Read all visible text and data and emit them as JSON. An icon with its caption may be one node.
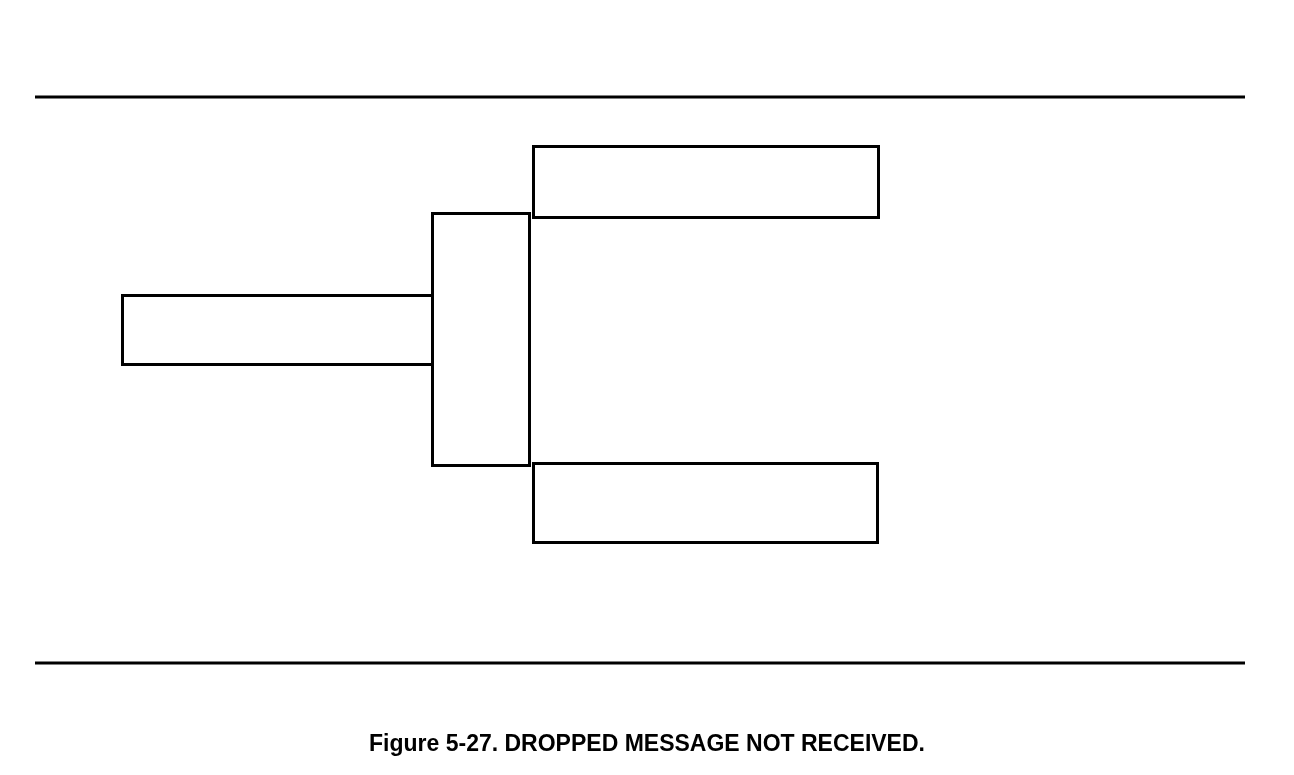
{
  "diagram": {
    "caption": "Figure 5-27. DROPPED MESSAGE NOT RECEIVED.",
    "nodes": [
      {
        "text": [],
        "shape": "box"
      },
      {
        "text": [],
        "shape": "box"
      },
      {
        "text": [],
        "shape": "box"
      },
      {
        "text": [],
        "shape": "box"
      }
    ]
  }
}
